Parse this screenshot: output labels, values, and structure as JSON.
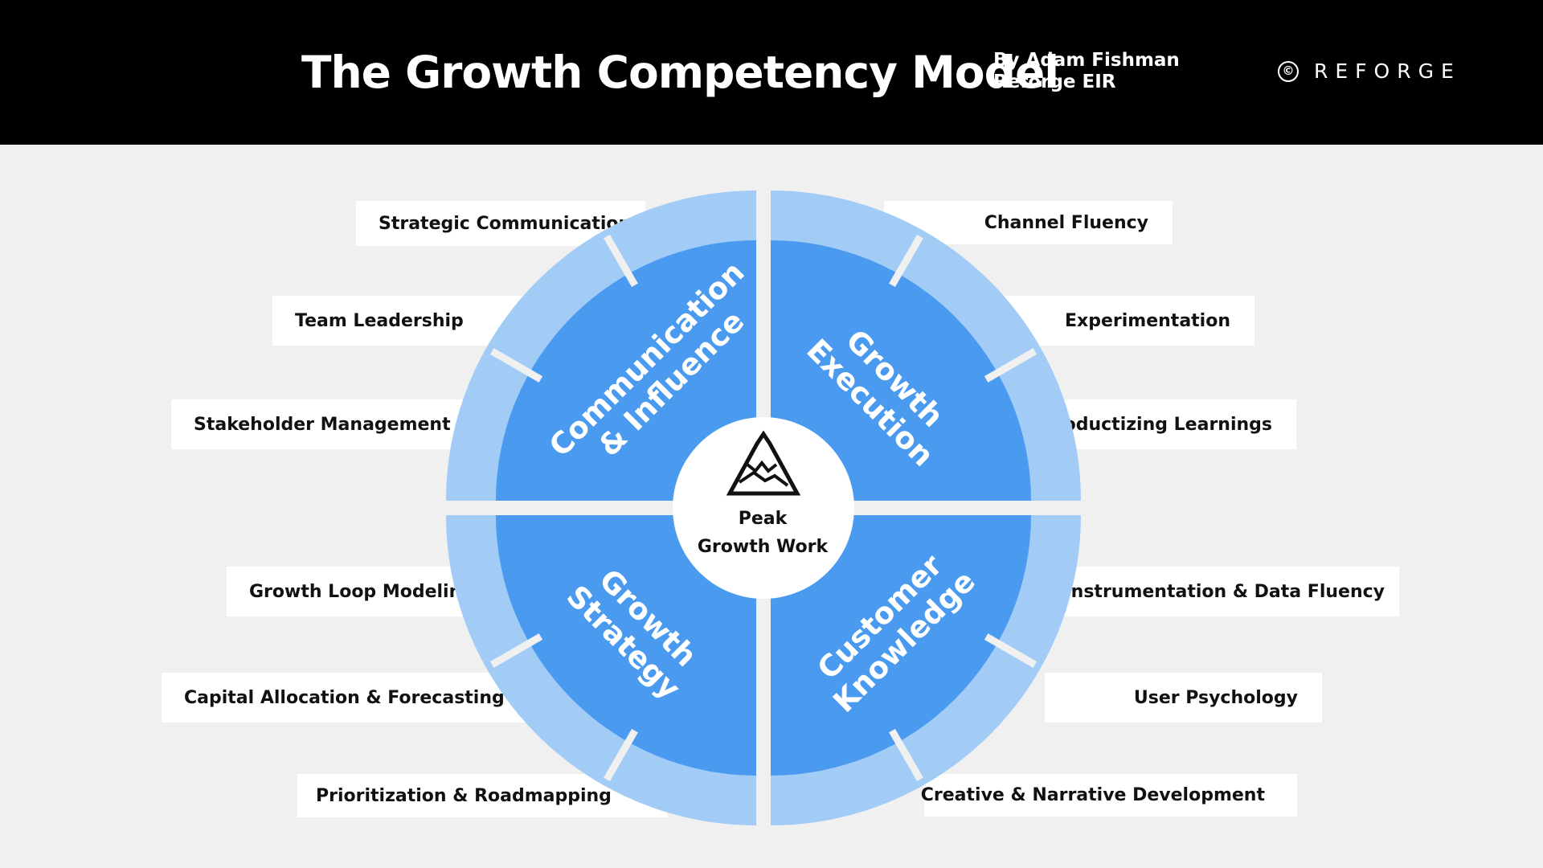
{
  "header": {
    "title": "The Growth Competency Model",
    "byline_line1": "By Adam Fishman",
    "byline_line2": "Reforge EIR",
    "logo_symbol": "©",
    "logo_text": "REFORGE"
  },
  "center": {
    "line1": "Peak",
    "line2": "Growth Work",
    "icon": "mountain-icon"
  },
  "quadrants": {
    "top_left": {
      "line1": "Communication",
      "line2": "& Influence"
    },
    "top_right": {
      "line1": "Growth",
      "line2": "Execution"
    },
    "bottom_left": {
      "line1": "Growth",
      "line2": "Strategy"
    },
    "bottom_right": {
      "line1": "Customer",
      "line2": "Knowledge"
    }
  },
  "competencies": {
    "left": [
      "Strategic Communication",
      "Team Leadership",
      "Stakeholder Management",
      "Growth Loop Modeling",
      "Capital Allocation & Forecasting",
      "Prioritization & Roadmapping"
    ],
    "right": [
      "Channel Fluency",
      "Experimentation",
      "Productizing Learnings",
      "Instrumentation & Data Fluency",
      "User Psychology",
      "Creative & Narrative Development"
    ]
  },
  "colors": {
    "header_bg": "#000000",
    "page_bg": "#f0f0f0",
    "inner_blue": "#4a9af0",
    "outer_blue": "#a2ccf6",
    "label_bg": "#ffffff"
  }
}
